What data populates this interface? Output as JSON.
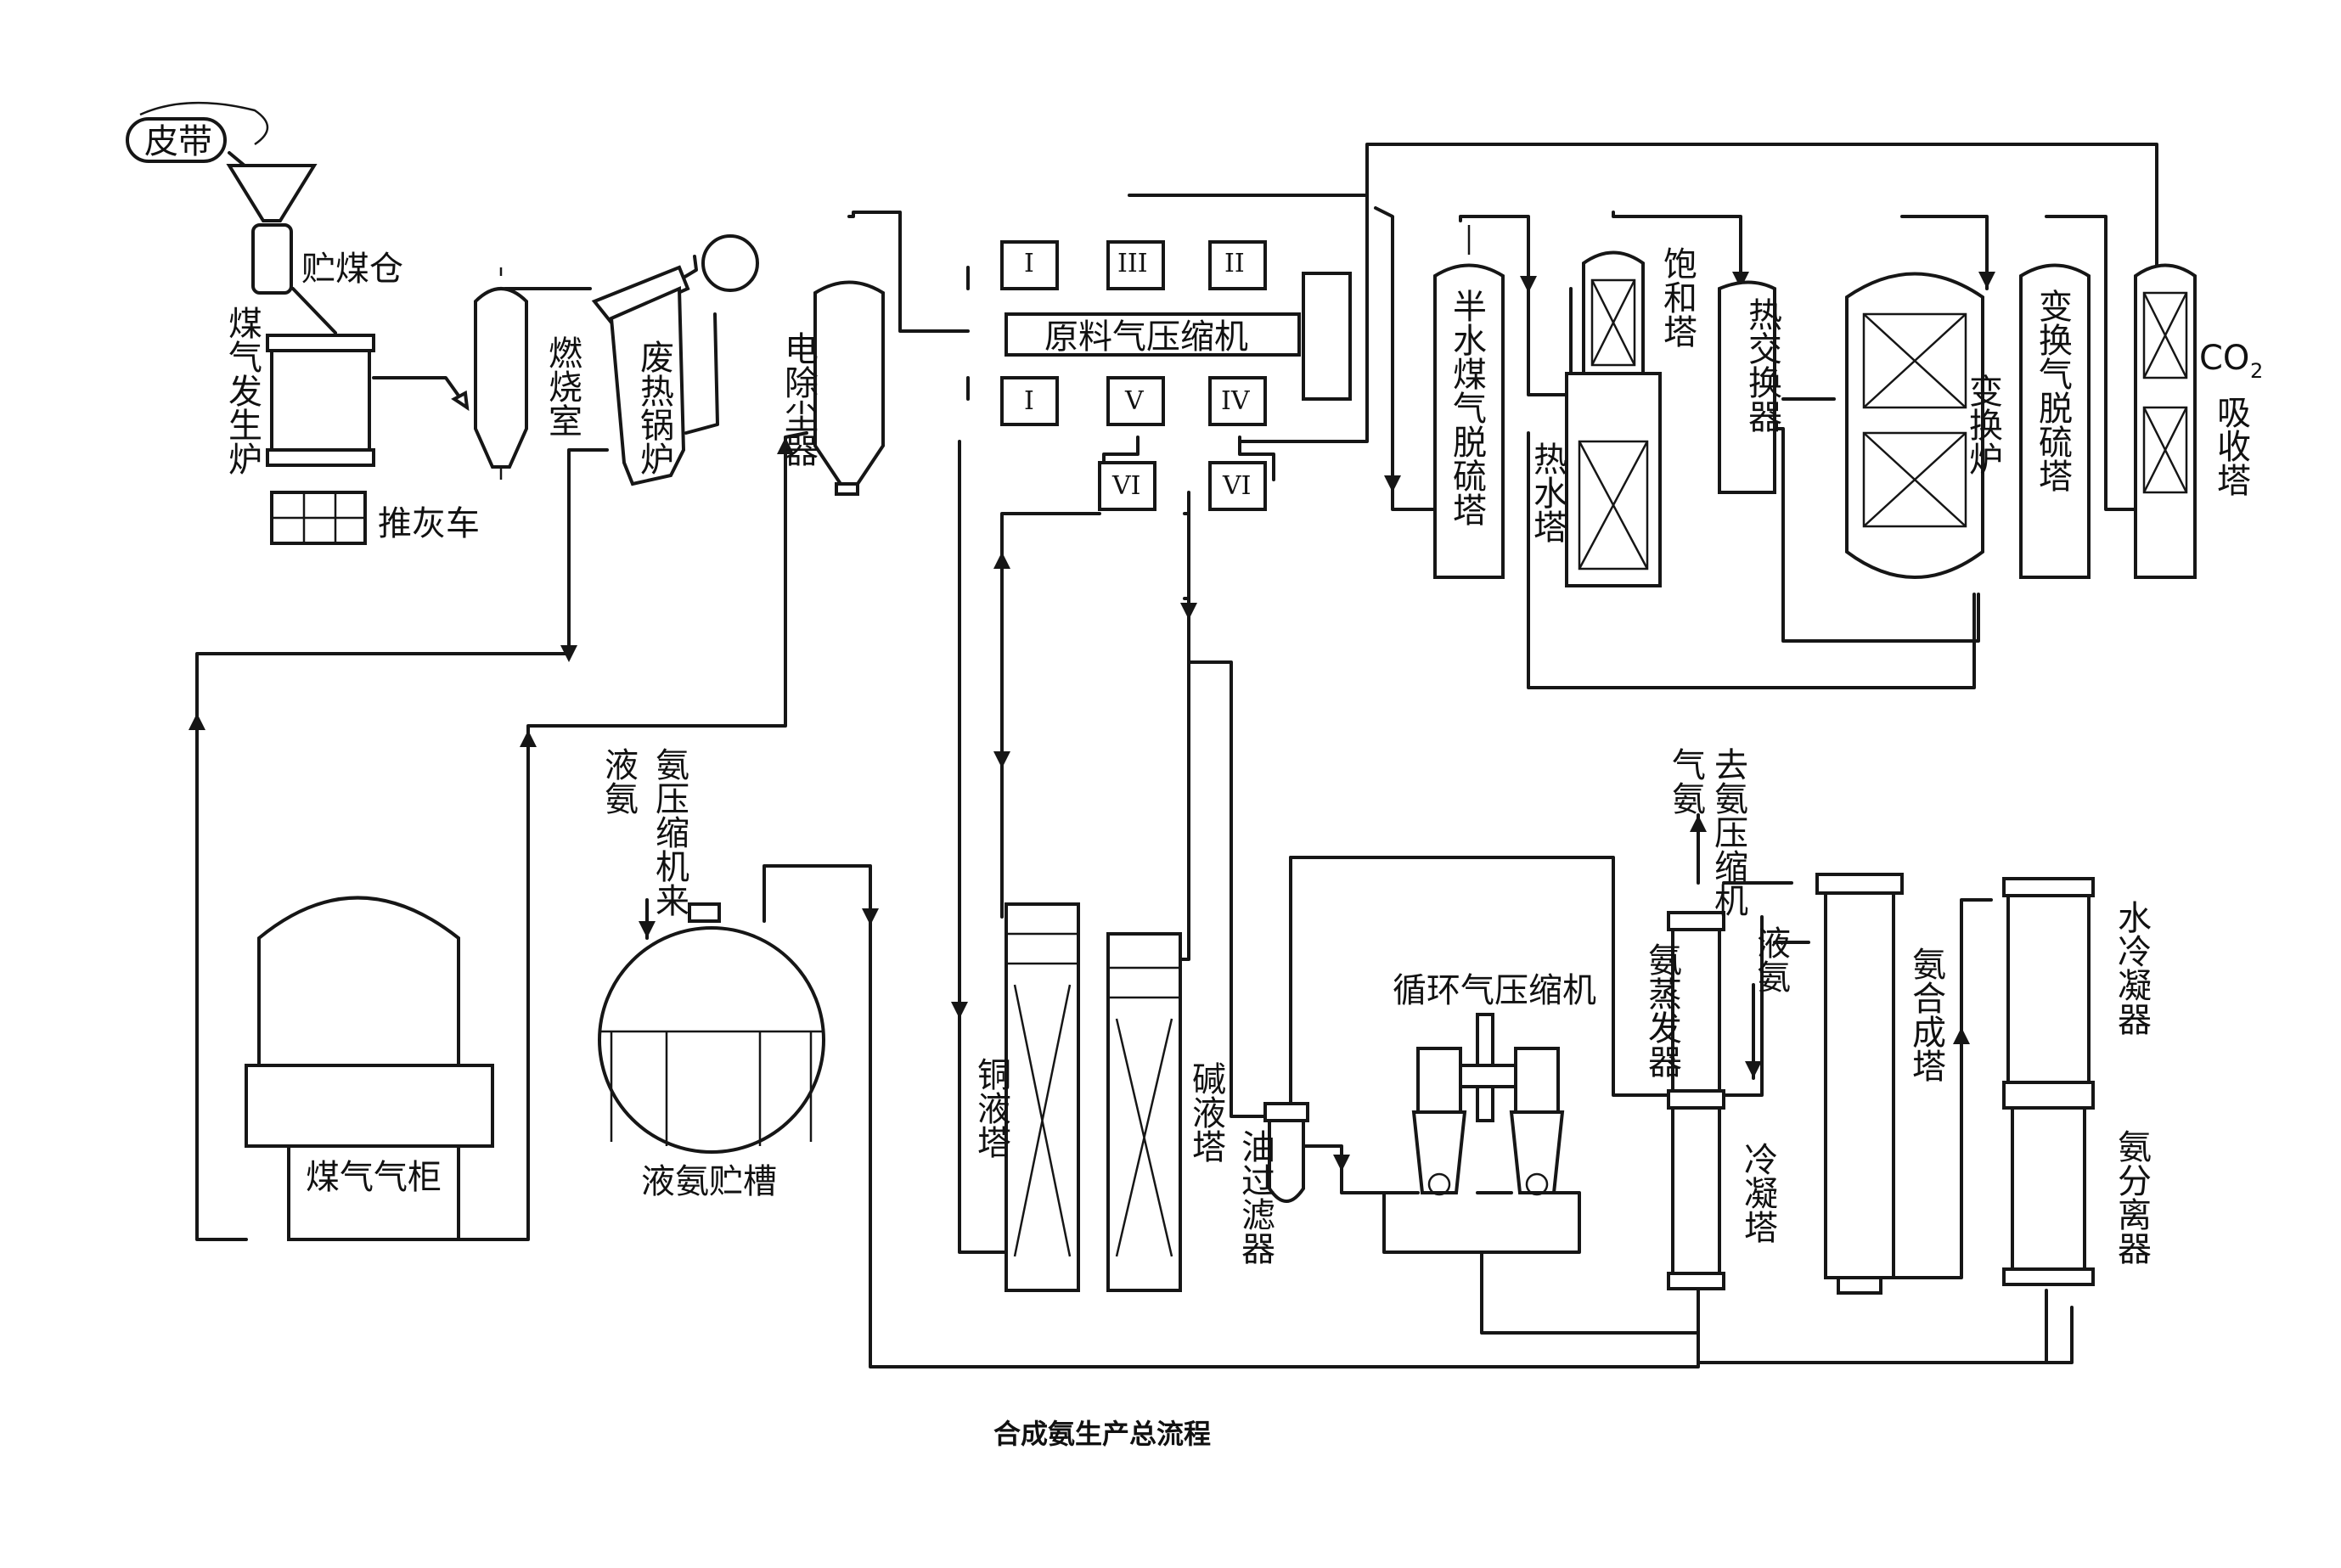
{
  "title": "合成氨生产总流程",
  "labels": {
    "belt": "皮带",
    "coal_bunker": "贮煤仓",
    "gas_generator": "煤气发生炉",
    "ash_cart": "推灰车",
    "combustion_chamber": "燃烧室",
    "waste_heat_boiler": "废热锅炉",
    "electrostatic_precipitator": "电除尘器",
    "feed_compressor": "原料气压缩机",
    "semi_water_gas_desulfurizer": "半水煤气脱硫塔",
    "saturator": "饱和塔",
    "hot_water_tower": "热水塔",
    "heat_exchanger": "热交换器",
    "shift_converter": "变换炉",
    "shift_gas_desulfurizer": "变换气脱硫塔",
    "co2_absorber_formula": "CO",
    "co2_absorber_sub": "2",
    "co2_absorber_text": "吸收塔",
    "gas_holder": "煤气气柜",
    "liquid_ammonia_from_compressor": "液氨",
    "ammonia_compressor_from": "氨压缩机来",
    "liquid_ammonia_tank": "液氨贮槽",
    "copper_liquor_tower": "铜液塔",
    "caustic_tower": "碱液塔",
    "oil_filter": "油过滤器",
    "circulation_compressor": "循环气压缩机",
    "gas_ammonia": "气氨",
    "to_ammonia_compressor": "去氨压缩机",
    "ammonia_evaporator": "氨蒸发器",
    "liquid_ammonia": "液氨",
    "condensing_tower": "冷凝塔",
    "ammonia_synthesis_tower": "氨合成塔",
    "water_condenser": "水冷凝器",
    "ammonia_separator": "氨分离器"
  },
  "compressor_stages": {
    "top_1": "I",
    "top_3": "III",
    "top_2": "II",
    "bot_1": "I",
    "bot_5": "V",
    "bot_4": "IV",
    "six_a": "VI",
    "six_b": "VI"
  }
}
